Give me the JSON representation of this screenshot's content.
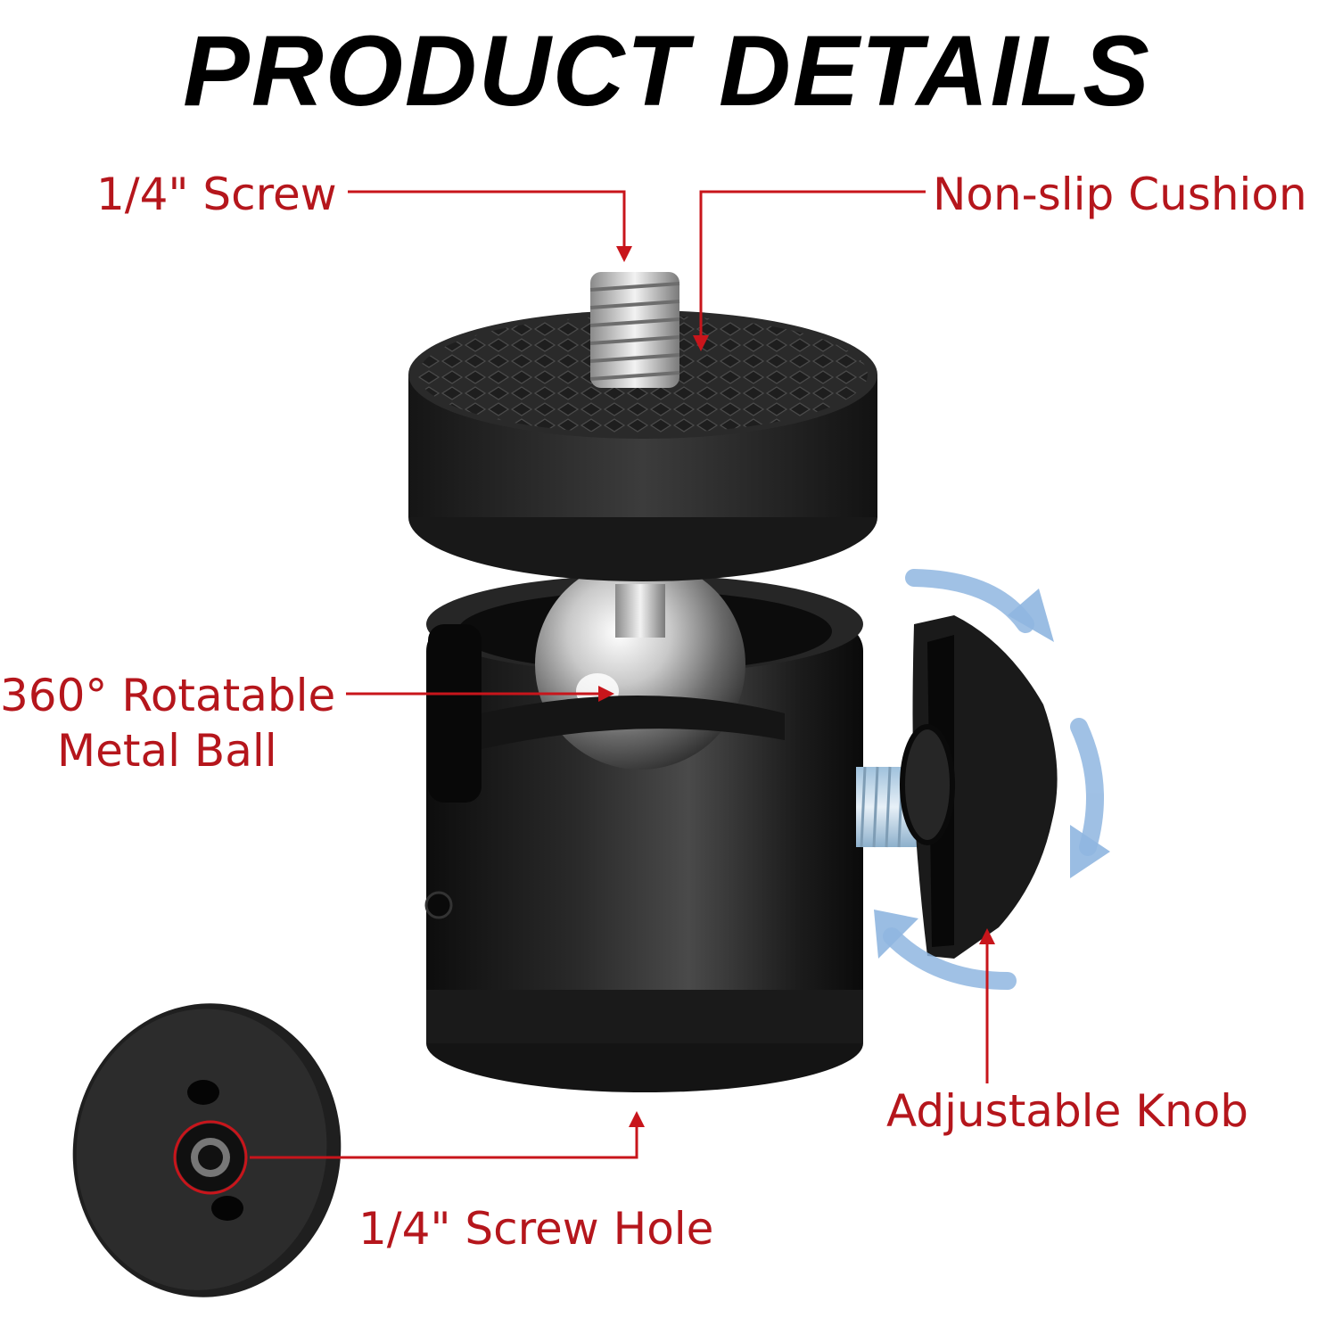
{
  "title": "PRODUCT DETAILS",
  "labels": {
    "screw": "1/4\" Screw",
    "cushion": "Non-slip Cushion",
    "ball_line1": "360° Rotatable",
    "ball_line2": "Metal Ball",
    "knob": "Adjustable Knob",
    "hole": "1/4\" Screw Hole"
  },
  "colors": {
    "label_red": "#b5161c",
    "rotation_arrow_blue": "#8fb6e0",
    "body_black": "#1b1b1b"
  }
}
